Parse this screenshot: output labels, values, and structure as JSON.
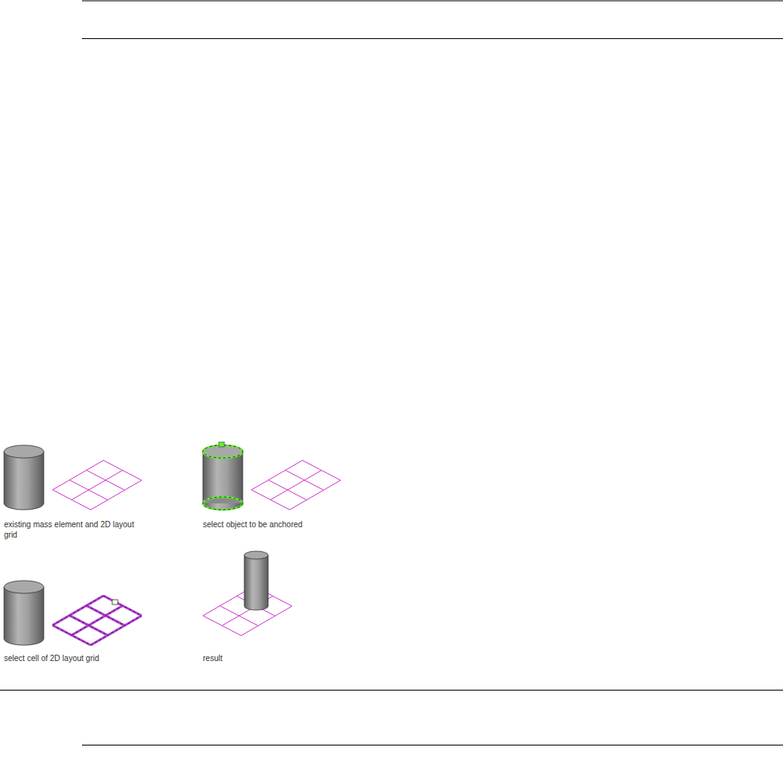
{
  "diagram": {
    "labels": [
      "existing mass element and 2D layout grid",
      "select object to be anchored",
      "select cell of 2D layout grid",
      "result"
    ]
  }
}
